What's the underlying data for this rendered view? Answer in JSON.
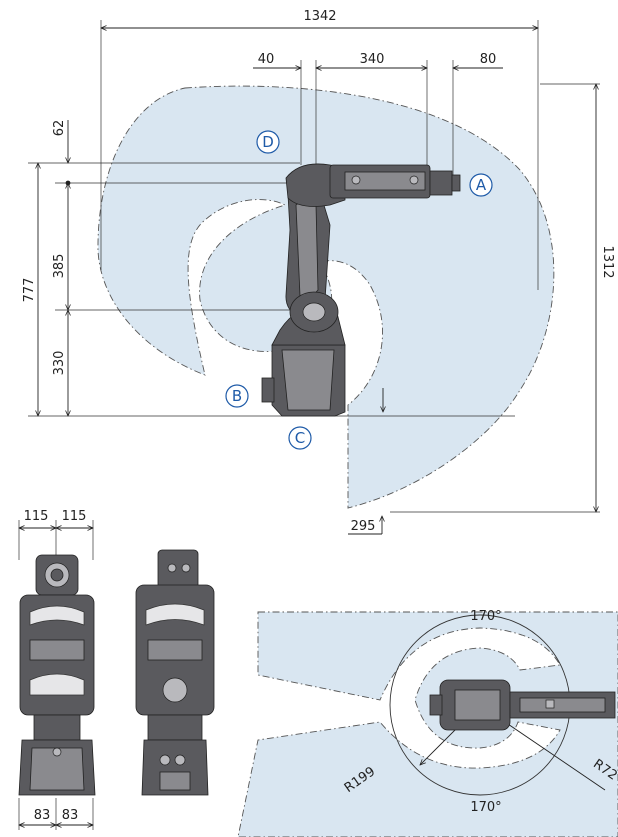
{
  "side_view": {
    "dims": {
      "overall_width": "1342",
      "tool_flange_offset": "40",
      "arm_length": "340",
      "wrist_length": "80",
      "top_offset": "62",
      "overall_height": "777",
      "upper_arm": "385",
      "base_height": "330",
      "envelope_height": "1312",
      "lower_reach": "295"
    },
    "callouts": {
      "a": "A",
      "b": "B",
      "c": "C",
      "d": "D"
    }
  },
  "front_view": {
    "dims": {
      "left_half_width": "115",
      "right_half_width": "115",
      "base_left": "83",
      "base_right": "83"
    }
  },
  "top_view": {
    "dims": {
      "angle_top": "170°",
      "angle_bottom": "170°",
      "inner_radius": "R199",
      "outer_radius": "R72"
    }
  },
  "colors": {
    "envelope_fill": "#d9e6f1",
    "robot_body": "#5a5a5e",
    "callout_blue": "#1f5ba8"
  }
}
